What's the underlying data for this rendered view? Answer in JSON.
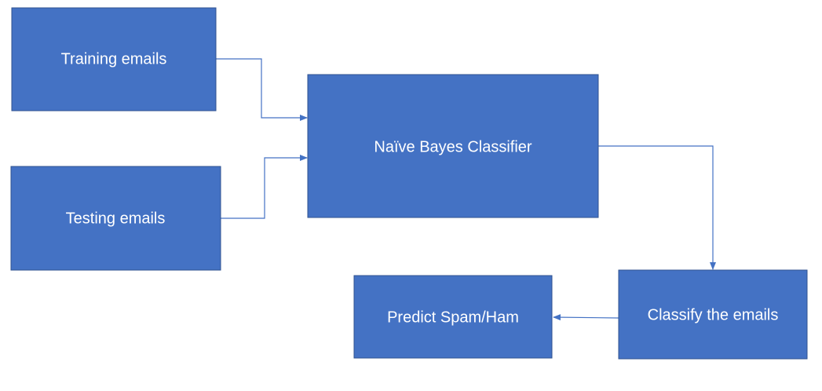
{
  "diagram": {
    "nodes": {
      "training": {
        "label": "Training emails"
      },
      "testing": {
        "label": "Testing emails"
      },
      "classifier": {
        "label": "Naïve Bayes Classifier"
      },
      "classify": {
        "label": "Classify the emails"
      },
      "predict": {
        "label": "Predict Spam/Ham"
      }
    },
    "edges": [
      {
        "from": "training",
        "to": "classifier"
      },
      {
        "from": "testing",
        "to": "classifier"
      },
      {
        "from": "classifier",
        "to": "classify"
      },
      {
        "from": "classify",
        "to": "predict"
      }
    ],
    "colors": {
      "box_fill": "#4472c4",
      "box_border": "#2f528f",
      "arrow": "#4472c4",
      "text": "#ffffff"
    }
  }
}
